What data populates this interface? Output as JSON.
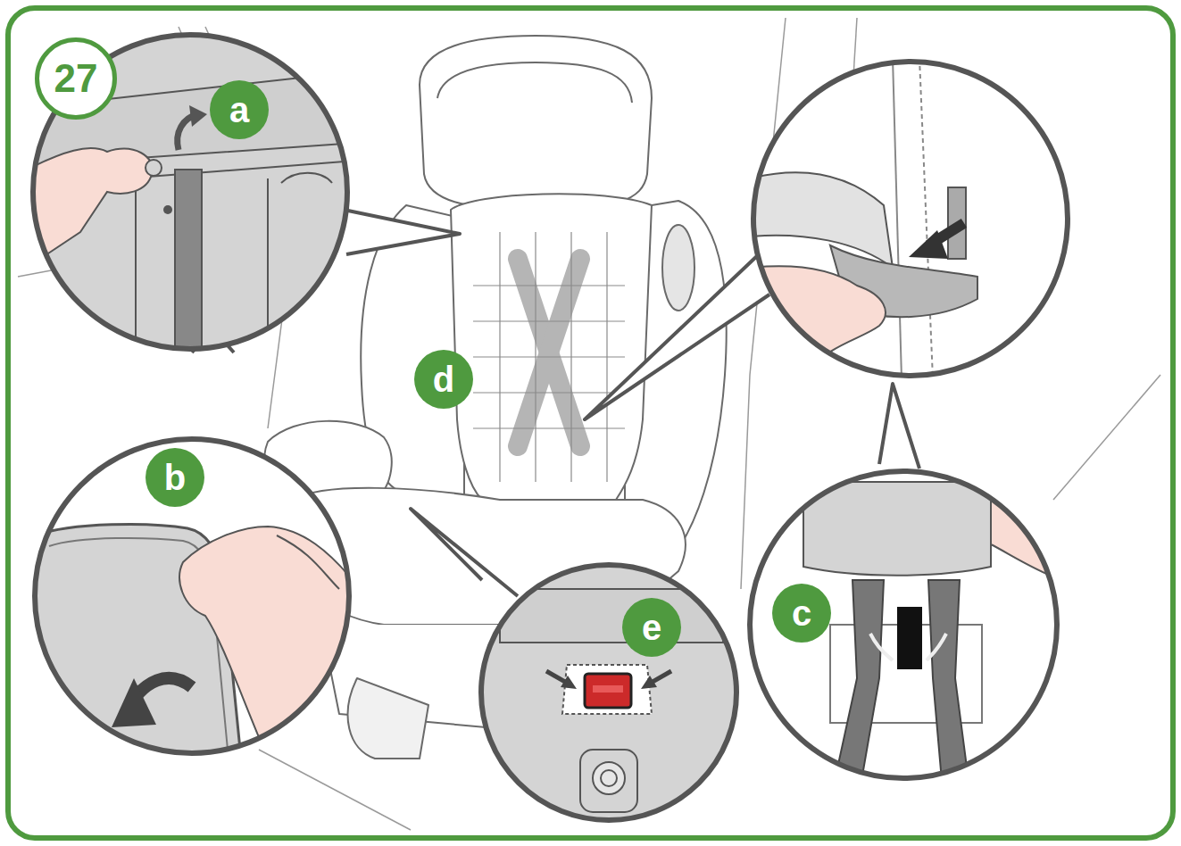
{
  "diagram": {
    "nodes": [
      {
        "text": [
          "27"
        ]
      },
      {
        "text": [
          "a"
        ]
      },
      {
        "text": [
          "b"
        ]
      },
      {
        "text": [
          "c"
        ]
      },
      {
        "text": [
          "d"
        ]
      },
      {
        "text": [
          "e"
        ]
      }
    ],
    "edges": []
  }
}
